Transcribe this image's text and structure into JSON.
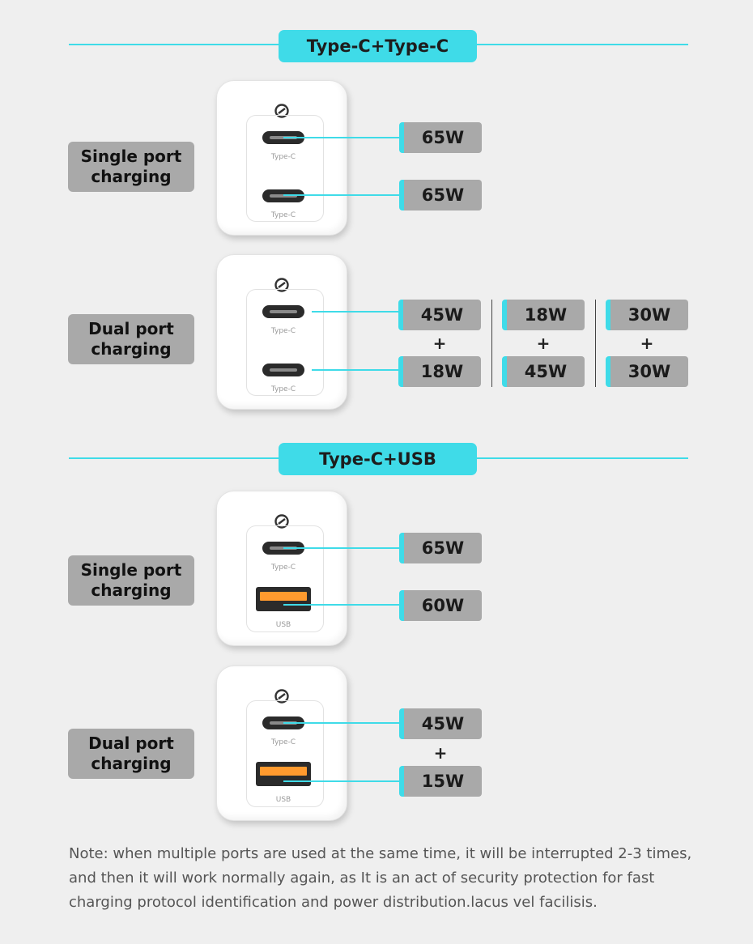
{
  "sections": [
    {
      "title": "Type-C+Type-C",
      "single": {
        "label": "Single port\ncharging",
        "port1_label": "Type-C",
        "port2_label": "Type-C",
        "watts": [
          "65W",
          "65W"
        ]
      },
      "dual": {
        "label": "Dual port\ncharging",
        "port1_label": "Type-C",
        "port2_label": "Type-C",
        "combos": [
          {
            "top": "45W",
            "plus": "+",
            "bottom": "18W"
          },
          {
            "top": "18W",
            "plus": "+",
            "bottom": "45W"
          },
          {
            "top": "30W",
            "plus": "+",
            "bottom": "30W"
          }
        ]
      }
    },
    {
      "title": "Type-C+USB",
      "single": {
        "label": "Single port\ncharging",
        "port1_label": "Type-C",
        "port2_label": "USB",
        "watts": [
          "65W",
          "60W"
        ]
      },
      "dual": {
        "label": "Dual port\ncharging",
        "port1_label": "Type-C",
        "port2_label": "USB",
        "combos": [
          {
            "top": "45W",
            "plus": "+",
            "bottom": "15W"
          }
        ]
      }
    }
  ],
  "note": "Note: when multiple ports are used at the same time, it will be interrupted 2-3 times, and then it will work normally again, as It is an act of security protection for fast charging protocol identification and power distribution.lacus vel facilisis.",
  "colors": {
    "accent": "#3fdbe8",
    "label_bg": "#a9a9a9",
    "background": "#efefef",
    "usb_orange": "#ff9a2e"
  },
  "icons": {
    "brand": "power-ring-icon"
  }
}
